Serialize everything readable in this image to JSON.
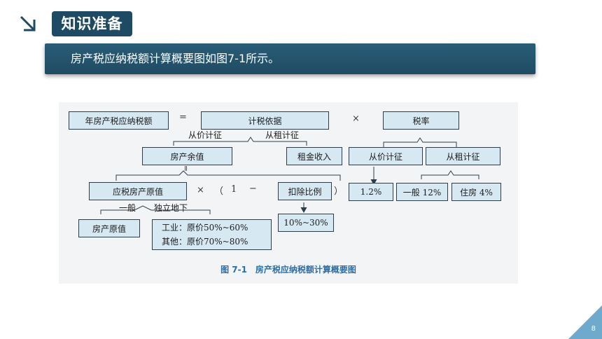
{
  "header": {
    "title": "知识准备"
  },
  "banner": {
    "text": "房产税应纳税额计算概要图如图7-1所示。"
  },
  "diagram": {
    "annual_tax": "年房产税应纳税额",
    "equals": "=",
    "tax_basis": "计税依据",
    "times": "×",
    "tax_rate": "税率",
    "by_value_left": "从价计征",
    "by_rent_left": "从租计征",
    "residual_value": "房产余值",
    "rent_income": "租金收入",
    "by_value_right": "从价计征",
    "by_rent_right": "从租计征",
    "equals_vertical": "=",
    "original_value_taxable": "应税房产原值",
    "times2": "×",
    "open_paren": "（",
    "one": "1",
    "minus": "−",
    "deduction_ratio": "扣除比例",
    "close_paren": "）",
    "rate_12": "1.2%",
    "general_12": "一般 12%",
    "housing_4": "住房 4%",
    "general": "一般",
    "independent_underground": "独立地下",
    "property_original_value": "房产原值",
    "industrial": "工业：原价50%~60%",
    "other": "其他：原价70%~80%",
    "deduction_range": "10%~30%",
    "caption": "图 7-1　房产税应纳税额计算概要图"
  },
  "footer": {
    "page_number": "8"
  },
  "colors": {
    "accent": "#1e4b63",
    "box_fill": "#d6e9f3",
    "caption": "#2a6fa8"
  }
}
